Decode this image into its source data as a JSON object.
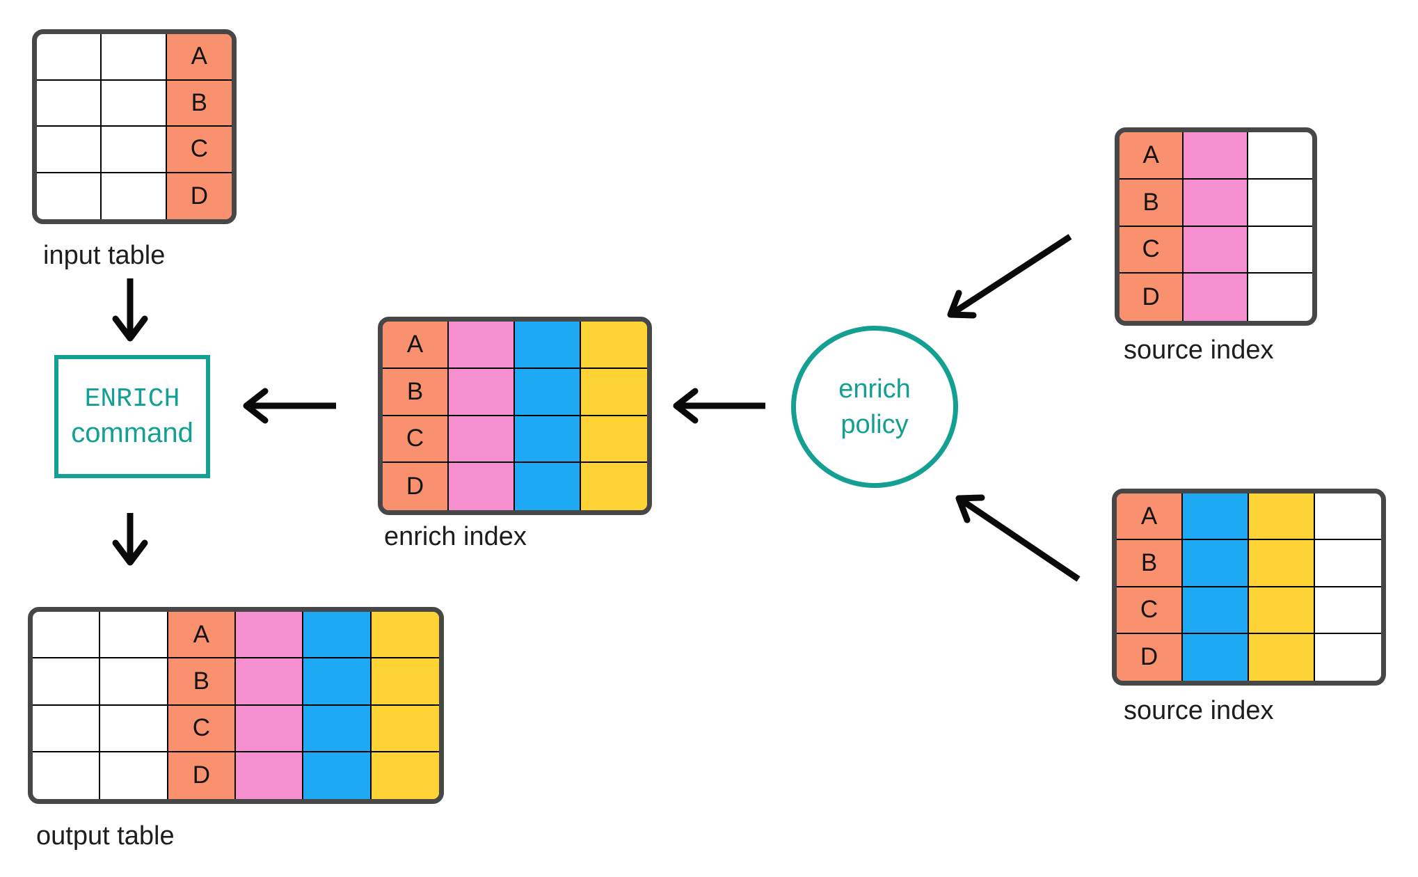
{
  "palette": {
    "salmon": "#F9916F",
    "pink": "#F68FD0",
    "blue": "#1EA9F4",
    "yellow": "#FDD335",
    "teal": "#13A092",
    "border": "#474747",
    "grid": "#000000",
    "text": "#1D1D1D"
  },
  "nodes": {
    "input_table": {
      "label": "input table",
      "key_values": [
        "A",
        "B",
        "C",
        "D"
      ],
      "columns": [
        "empty",
        "empty",
        "key-salmon"
      ]
    },
    "enrich_command": {
      "line1": "ENRICH",
      "line2": "command"
    },
    "output_table": {
      "label": "output table",
      "key_values": [
        "A",
        "B",
        "C",
        "D"
      ],
      "columns": [
        "empty",
        "empty",
        "key-salmon",
        "pink-field",
        "blue-field",
        "yellow-field"
      ]
    },
    "enrich_index": {
      "label": "enrich index",
      "key_values": [
        "A",
        "B",
        "C",
        "D"
      ],
      "columns": [
        "key-salmon",
        "pink-field",
        "blue-field",
        "yellow-field"
      ]
    },
    "enrich_policy": {
      "line1": "enrich",
      "line2": "policy"
    },
    "source_index_top": {
      "label": "source index",
      "key_values": [
        "A",
        "B",
        "C",
        "D"
      ],
      "columns": [
        "key-salmon",
        "pink-field",
        "empty"
      ]
    },
    "source_index_bottom": {
      "label": "source index",
      "key_values": [
        "A",
        "B",
        "C",
        "D"
      ],
      "columns": [
        "key-salmon",
        "blue-field",
        "yellow-field",
        "empty"
      ]
    }
  }
}
